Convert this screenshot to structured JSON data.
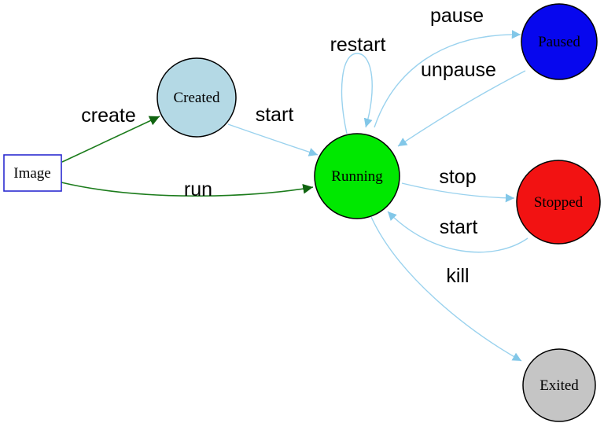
{
  "palette": {
    "background": "#ffffff",
    "edge_green": "#1c7c1c",
    "arrow_green": "#106410",
    "edge_blue": "#9ad2ee",
    "arrow_blue": "#82c7e8",
    "node_border": "#000000",
    "label_color": "#000000"
  },
  "nodes": [
    {
      "id": "image",
      "label": "Image",
      "shape": "rect",
      "fill": "#ffffff",
      "border": "#2b2bd0"
    },
    {
      "id": "created",
      "label": "Created",
      "shape": "circle",
      "fill": "#b4d9e5",
      "border": "#000000"
    },
    {
      "id": "running",
      "label": "Running",
      "shape": "circle",
      "fill": "#00e800",
      "border": "#000000"
    },
    {
      "id": "paused",
      "label": "Paused",
      "shape": "circle",
      "fill": "#0707ee",
      "border": "#000000"
    },
    {
      "id": "stopped",
      "label": "Stopped",
      "shape": "circle",
      "fill": "#f21212",
      "border": "#000000"
    },
    {
      "id": "exited",
      "label": "Exited",
      "shape": "circle",
      "fill": "#c5c5c5",
      "border": "#000000"
    }
  ],
  "edges": [
    {
      "label": "create",
      "from": "Image",
      "to": "Created",
      "color_role": "green"
    },
    {
      "label": "run",
      "from": "Image",
      "to": "Running",
      "color_role": "green"
    },
    {
      "label": "start",
      "from": "Created",
      "to": "Running",
      "color_role": "blue"
    },
    {
      "label": "restart",
      "from": "Running",
      "to": "Running",
      "color_role": "blue"
    },
    {
      "label": "pause",
      "from": "Running",
      "to": "Paused",
      "color_role": "blue"
    },
    {
      "label": "unpause",
      "from": "Paused",
      "to": "Running",
      "color_role": "blue"
    },
    {
      "label": "stop",
      "from": "Running",
      "to": "Stopped",
      "color_role": "blue"
    },
    {
      "label": "start",
      "from": "Stopped",
      "to": "Running",
      "color_role": "blue"
    },
    {
      "label": "kill",
      "from": "Running",
      "to": "Exited",
      "color_role": "blue"
    }
  ]
}
